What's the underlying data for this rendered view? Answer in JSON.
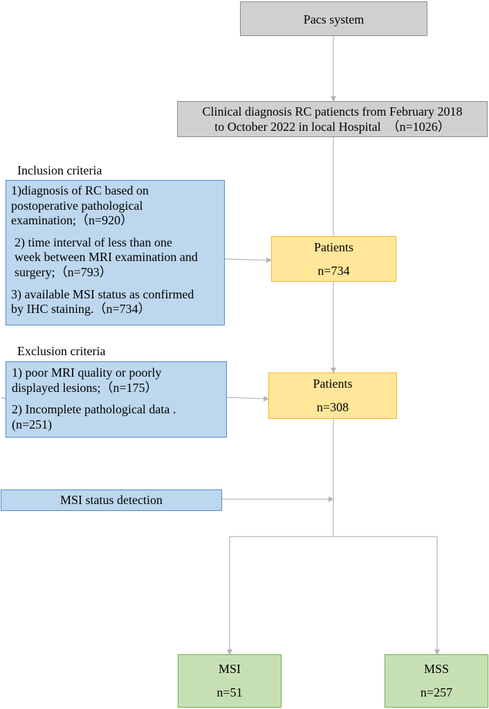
{
  "source": {
    "label": "Pacs system"
  },
  "clinical": {
    "line1": "Clinical diagnosis RC patiencts from February 2018",
    "line2": "to October 2022 in local Hospital　（n=1026）"
  },
  "inclusion": {
    "title": "Inclusion criteria",
    "items": [
      {
        "lines": [
          "1)diagnosis of RC based on",
          "postoperative pathological",
          "examination;（n=920）"
        ]
      },
      {
        "lines": [
          "2) time interval of less than one",
          "week between MRI examination and",
          "surgery;（n=793）"
        ]
      },
      {
        "lines": [
          "3) available MSI status as confirmed",
          "by IHC staining.（n=734）"
        ]
      }
    ]
  },
  "patients_1": {
    "label": "Patients",
    "count": "n=734"
  },
  "exclusion": {
    "title": "Exclusion criteria",
    "items": [
      {
        "lines": [
          "1) poor MRI quality or poorly",
          "displayed lesions;（n=175）"
        ]
      },
      {
        "lines": [
          "2) Incomplete pathological data .",
          "(n=251)"
        ]
      }
    ]
  },
  "patients_2": {
    "label": "Patients",
    "count": "n=308"
  },
  "detection": {
    "label": "MSI status detection"
  },
  "outcomes": [
    {
      "label": "MSI",
      "count": "n=51"
    },
    {
      "label": "MSS",
      "count": "n=257"
    }
  ],
  "colors": {
    "gray_fill": "#d0d0d0",
    "gray_border": "#8a8a8a",
    "blue_fill": "#bdd7ee",
    "blue_border": "#4f86c6",
    "yellow_fill": "#ffe699",
    "yellow_border": "#f2b531",
    "green_fill": "#c6e0b4",
    "green_border": "#70ad47",
    "connector": "#b3b3b3"
  }
}
